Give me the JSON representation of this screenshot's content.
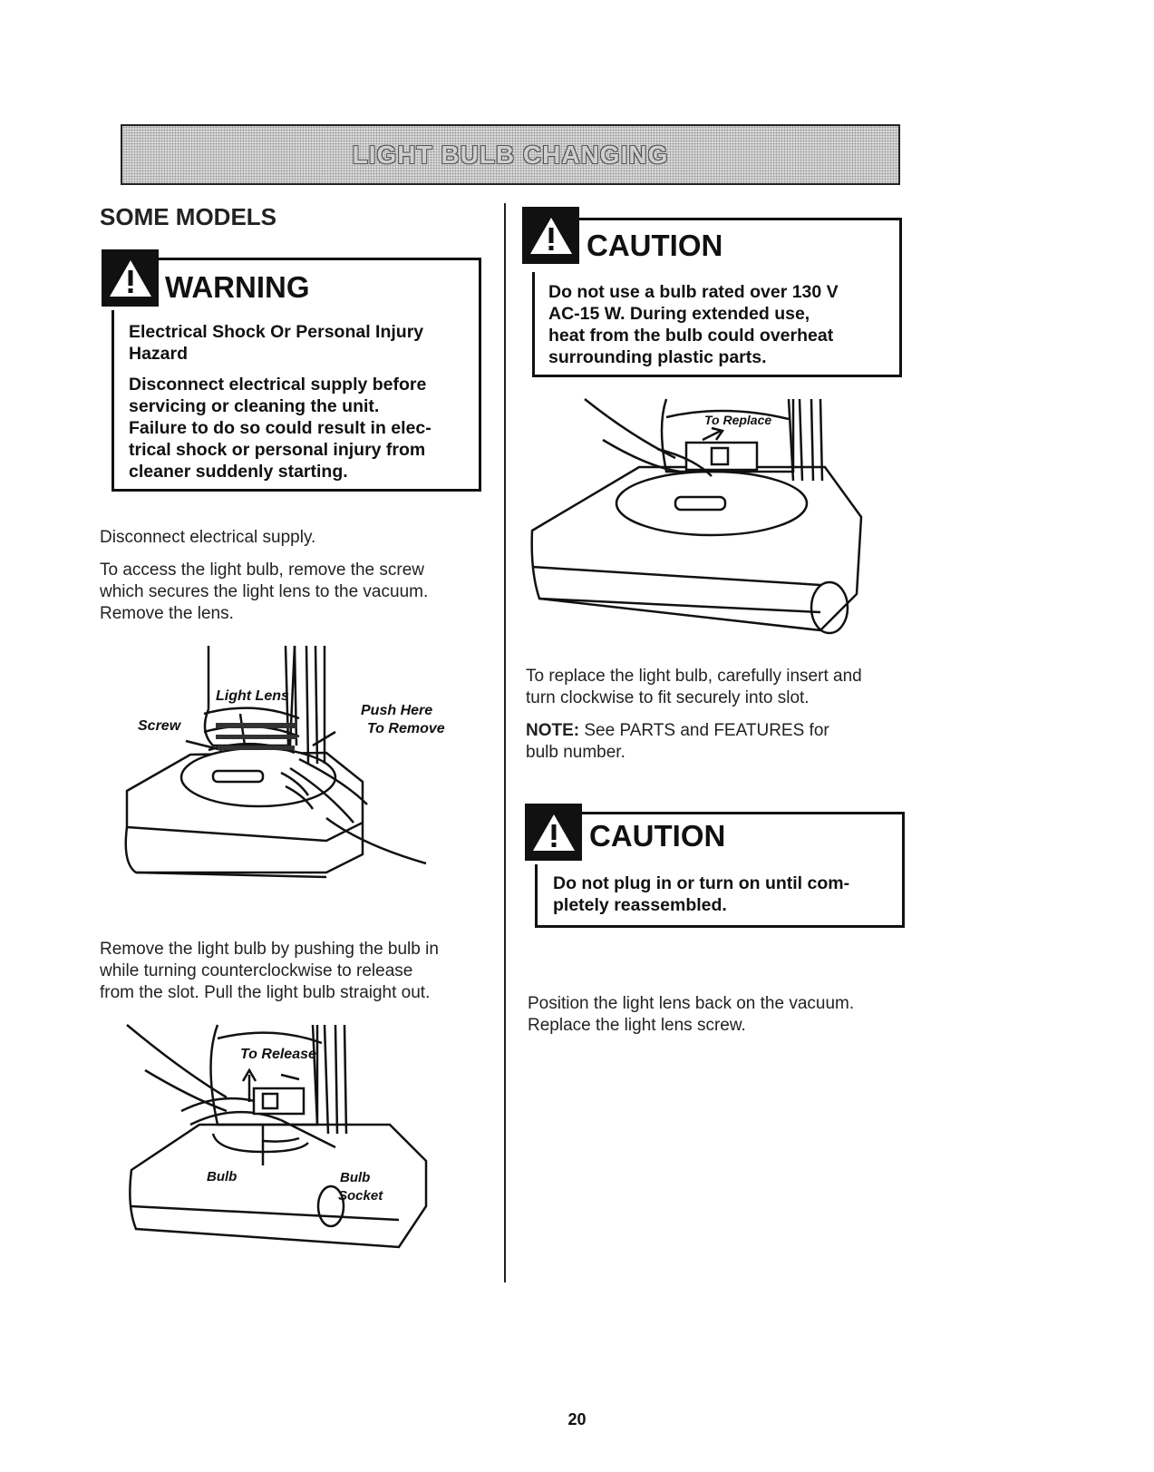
{
  "header": {
    "title": "LIGHT BULB CHANGING"
  },
  "left": {
    "heading": "SOME MODELS",
    "warning": {
      "title": "WARNING",
      "line1": "Electrical Shock Or Personal Injury",
      "line2": "Hazard",
      "body": [
        "Disconnect electrical supply before",
        "servicing or cleaning the unit.",
        "Failure to do so could result in elec-",
        "trical shock or personal injury from",
        "cleaner suddenly starting."
      ]
    },
    "para1": "Disconnect electrical supply.",
    "para2": [
      "To access the light bulb, remove the screw",
      "which secures the light lens to the vacuum.",
      "Remove the lens."
    ],
    "fig1": {
      "label_lens": "Light Lens",
      "label_screw": "Screw",
      "label_push1": "Push Here",
      "label_push2": "To Remove"
    },
    "para3": [
      "Remove the light bulb by pushing the bulb in",
      "while turning counterclockwise to release",
      "from the slot.  Pull the light bulb straight out."
    ],
    "fig2": {
      "label_release": "To Release",
      "label_bulb": "Bulb",
      "label_socket1": "Bulb",
      "label_socket2": "Socket"
    }
  },
  "right": {
    "caution1": {
      "title": "CAUTION",
      "body": [
        "Do not use a bulb rated over 130 V",
        "AC-15 W.  During extended use,",
        "heat from the bulb could overheat",
        "surrounding plastic parts."
      ]
    },
    "fig3": {
      "label_replace": "To Replace"
    },
    "para1": [
      "To replace the light bulb, carefully insert and",
      "turn clockwise to fit securely into slot."
    ],
    "note_label": "NOTE:",
    "note_text": " See PARTS and FEATURES for",
    "note_text2": "bulb number.",
    "caution2": {
      "title": "CAUTION",
      "body": [
        "Do not plug in or turn on until com-",
        "pletely reassembled."
      ]
    },
    "para2": [
      "Position the light lens back on the vacuum.",
      "Replace the light lens screw."
    ]
  },
  "footer": {
    "page_number": "20"
  }
}
